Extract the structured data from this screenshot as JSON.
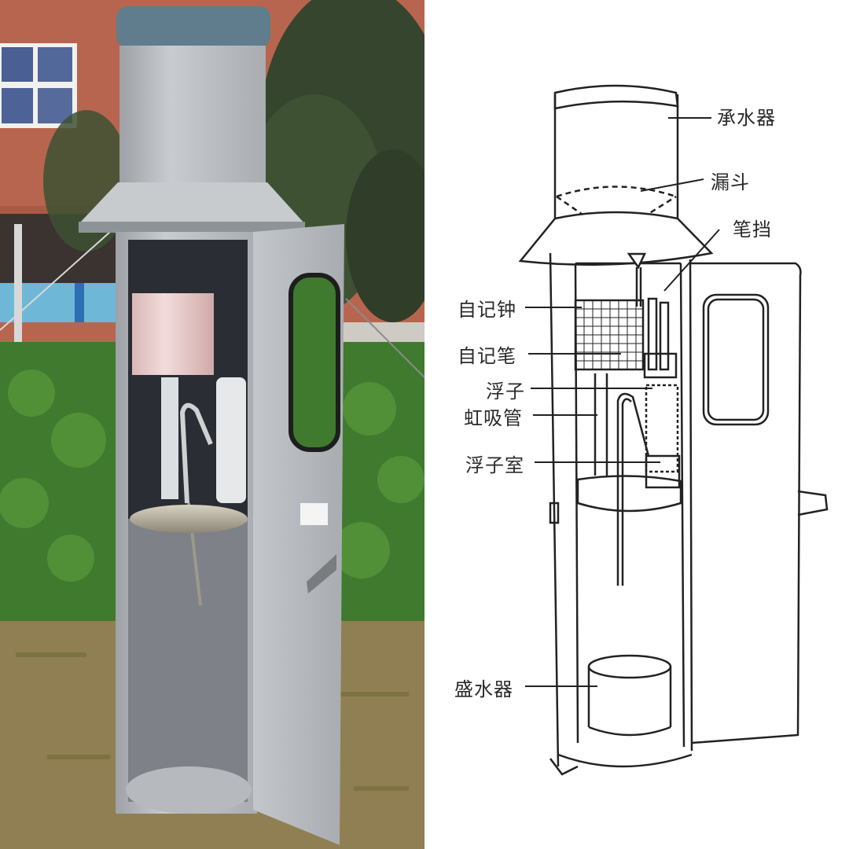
{
  "figure": {
    "left_panel": "photo",
    "right_panel": "diagram"
  },
  "colors": {
    "brick": "#b8654f",
    "hedge": "#3f7a2e",
    "grass": "#8f7f52",
    "gauge_body": "#b9bcc0",
    "gauge_cap": "#5f7d8c",
    "recorder_drum": "#e8c9c8",
    "line_art": "#222222"
  },
  "diagram": {
    "labels": {
      "water_collector": "承水器",
      "funnel": "漏斗",
      "pen_stop": "笔挡",
      "recording_clock": "自记钟",
      "recording_pen": "自记笔",
      "float": "浮子",
      "siphon": "虹吸管",
      "float_chamber": "浮子室",
      "water_container": "盛水器"
    }
  }
}
